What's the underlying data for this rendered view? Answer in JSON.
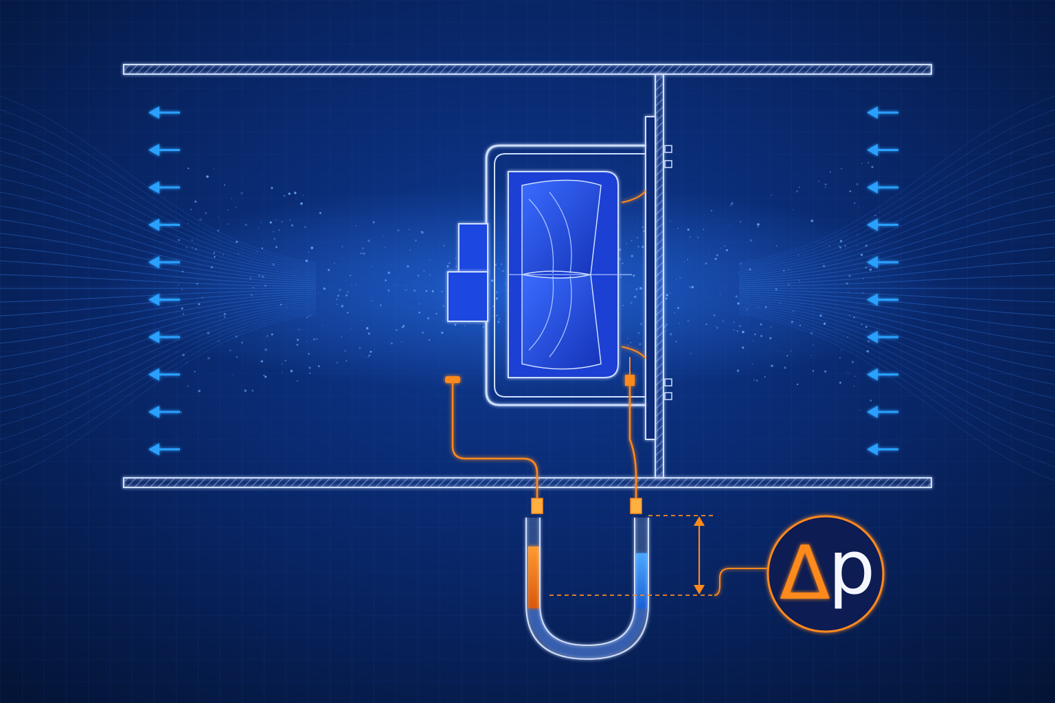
{
  "symbol": {
    "delta": "Δ",
    "letter": "p"
  },
  "arrows": {
    "direction": "left",
    "left_column_count": 10,
    "right_column_count": 10
  },
  "colors": {
    "background": "#061a4a",
    "line": "#cfe0ff",
    "arrow": "#2aa0ff",
    "accent": "#ff8a1c",
    "fluid_left": "#ff7a10",
    "fluid_right": "#2d8cff",
    "fan_blade": "#1e46e0"
  },
  "icons": [
    "arrow-left-icon",
    "fan-icon",
    "u-tube-manometer-icon",
    "pressure-probe-icon"
  ]
}
